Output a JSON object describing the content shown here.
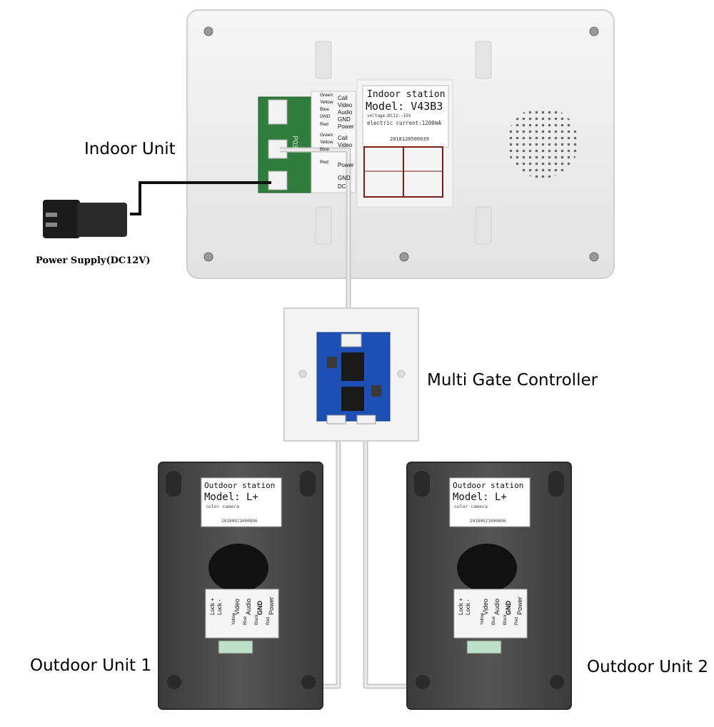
{
  "labels": {
    "indoor_unit": "Indoor Unit",
    "multi_gate_controller": "Multi Gate Controller",
    "outdoor_unit_1": "Outdoor Unit 1",
    "outdoor_unit_2": "Outdoor Unit 2",
    "power_supply": "Power Supply(DC12V)"
  },
  "indoor_station": {
    "title": "Indoor station",
    "model": "Model: V43B3",
    "voltage": "voltage:DC12--15V",
    "current": "electric current:1200mA",
    "serial": "2018120500039",
    "board_code": "P03",
    "wires_group_1": [
      "Green",
      "Yellow",
      "Blue",
      "GND",
      "Red"
    ],
    "signals_group_1": [
      "Call",
      "Video",
      "Audio",
      "GND",
      "Power"
    ],
    "wires_group_2": [
      "Green",
      "Yellow",
      "Blue",
      "Red"
    ],
    "signals_group_2": [
      "Call",
      "Video",
      "Power",
      "GND",
      "DC"
    ]
  },
  "outdoor_station": {
    "title": "Outdoor station",
    "model": "Model: L+",
    "subtitle": "color camera",
    "serial": "20180921000806",
    "lock_labels": [
      "Lock +",
      "Lock -"
    ],
    "wire_labels": [
      "Yellow",
      "Blue",
      "Black",
      "Red"
    ],
    "signal_labels": [
      "Video",
      "Audio",
      "GND",
      "Power"
    ]
  },
  "colors": {
    "indoor_body": "#ededed",
    "outdoor_body": "#4a4a4a",
    "board_green": "#2e7d3c",
    "board_blue": "#1e4fb5",
    "cable": "#d6d6d6"
  }
}
